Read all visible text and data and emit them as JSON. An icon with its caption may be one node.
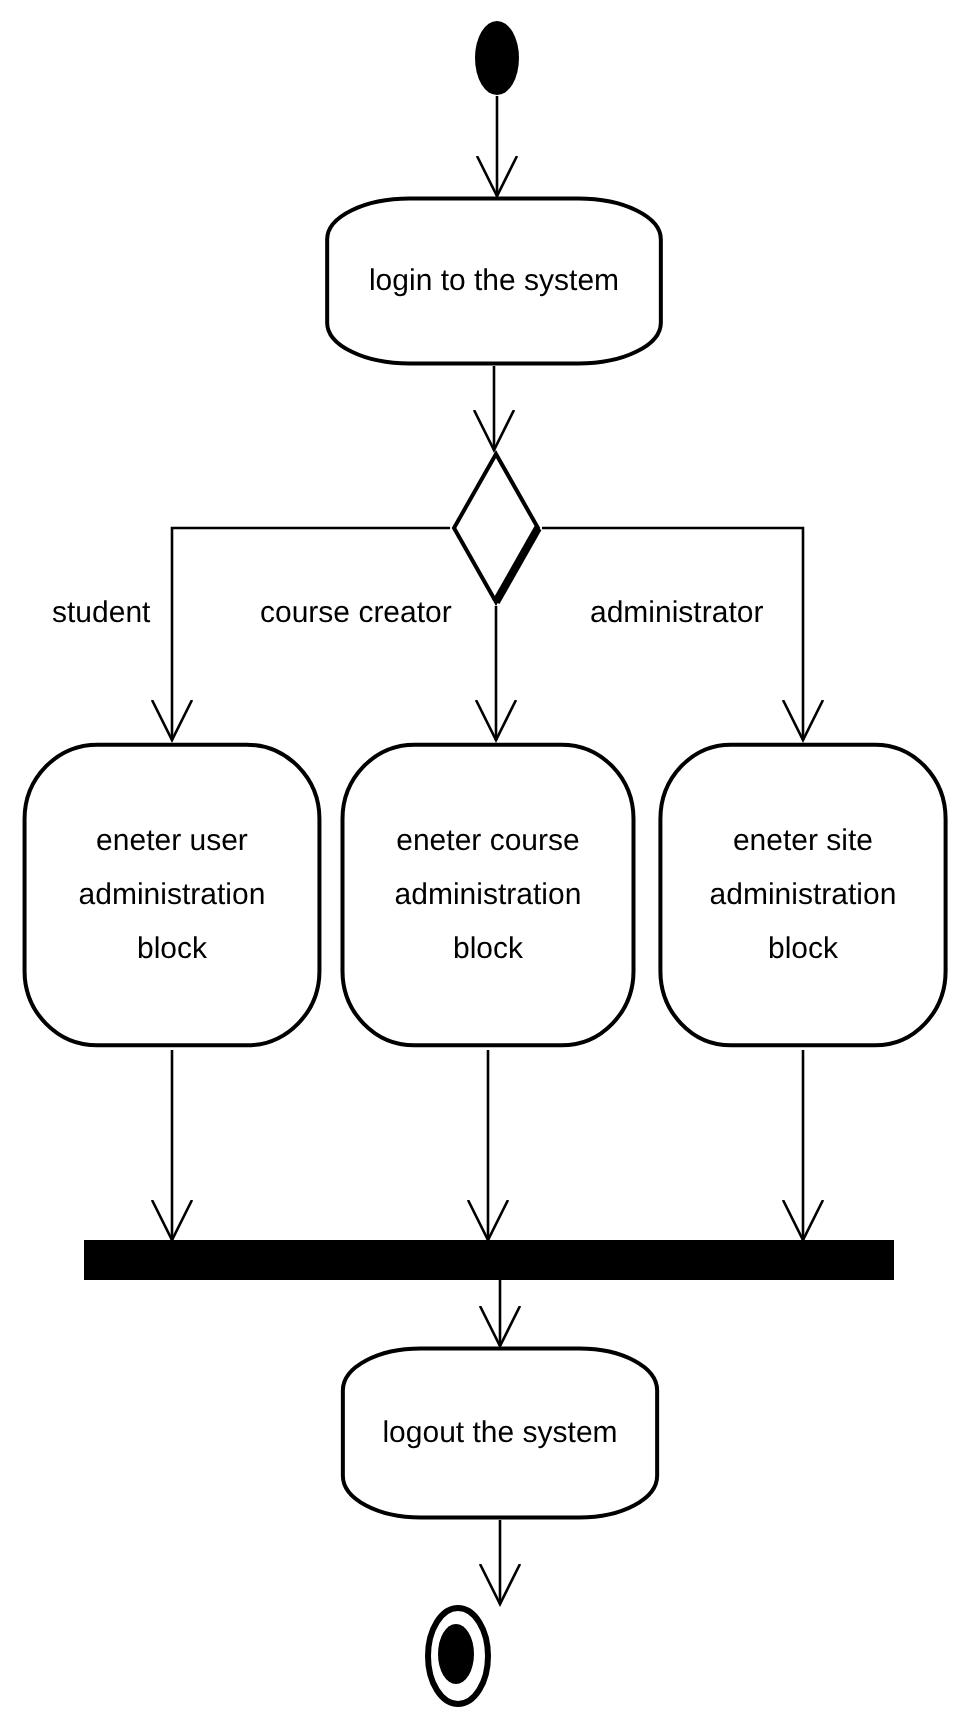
{
  "diagram": {
    "nodes": [
      {
        "text": [],
        "shape": "circle"
      },
      {
        "text": [
          "login to the system"
        ]
      },
      {
        "text": [],
        "shape": "diamond"
      },
      {
        "text": [
          "eneter user administration block"
        ]
      },
      {
        "text": [
          "eneter course administration block"
        ]
      },
      {
        "text": [
          "eneter site administration block"
        ]
      },
      {
        "text": [],
        "shape": "bar"
      },
      {
        "text": [
          "logout the system"
        ]
      },
      {
        "text": [],
        "shape": "circle"
      }
    ],
    "edges": [
      {
        "from": 0,
        "to": 1,
        "arrow": "to"
      },
      {
        "from": 1,
        "to": 2,
        "arrow": "to"
      },
      {
        "from": 2,
        "to": 3,
        "label": "student",
        "arrow": "to"
      },
      {
        "from": 2,
        "to": 4,
        "label": "course creator",
        "arrow": "to"
      },
      {
        "from": 2,
        "to": 5,
        "label": "administrator",
        "arrow": "to"
      },
      {
        "from": 3,
        "to": 6,
        "arrow": "to"
      },
      {
        "from": 4,
        "to": 6,
        "arrow": "to"
      },
      {
        "from": 5,
        "to": 6,
        "arrow": "to"
      },
      {
        "from": 6,
        "to": 7,
        "arrow": "to"
      },
      {
        "from": 7,
        "to": 8,
        "arrow": "to"
      }
    ]
  }
}
